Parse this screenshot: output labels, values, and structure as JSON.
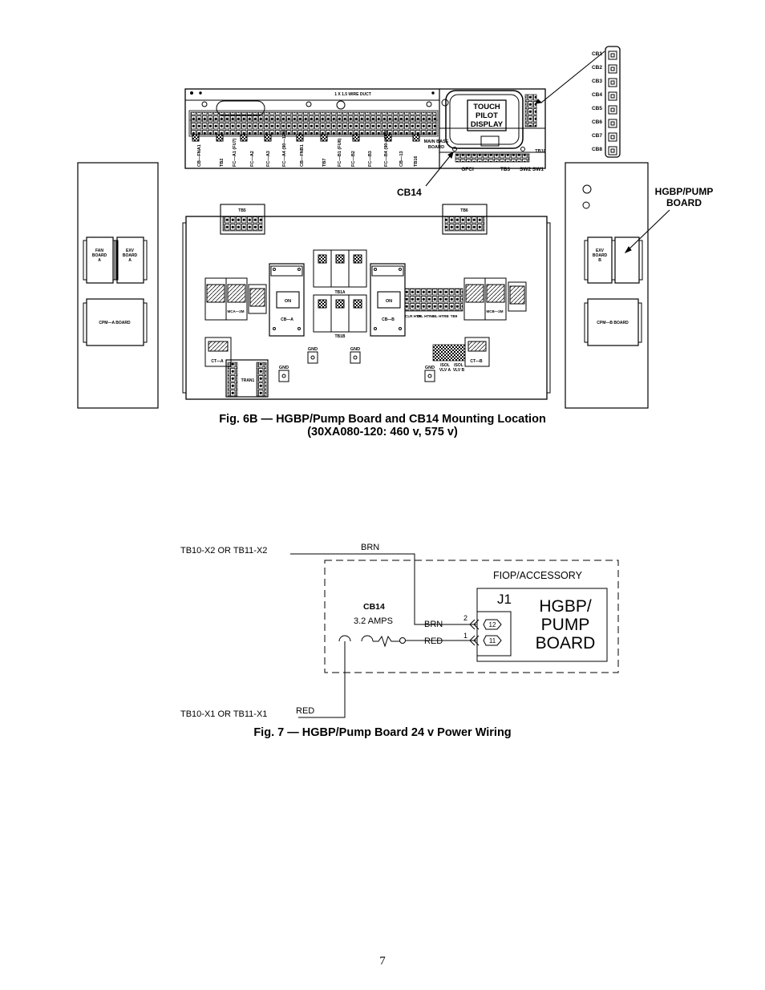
{
  "fig6b": {
    "caption_line1": "Fig. 6B — HGBP/Pump Board and CB14 Mounting Location",
    "caption_line2": "(30XA080-120: 460 v, 575 v)",
    "touch_pilot_display": [
      "TOUCH",
      "PILOT",
      "DISPLAY"
    ],
    "cb14_callout": "CB14",
    "hgbp_callout": [
      "HGBP/PUMP",
      "BOARD"
    ],
    "breakers": [
      "CB1",
      "CB2",
      "CB3",
      "CB4",
      "CB5",
      "CB6",
      "CB7",
      "CB8"
    ],
    "duct_label": "1 X 1.5 WIRE DUCT",
    "main_base_board": [
      "MAIN BASE",
      "BOARD"
    ],
    "bottom_strip_labels": [
      "GFCI",
      "TB3",
      "SW2 SW1",
      "TB10"
    ],
    "top_strip_labels": [
      "CB—FNA1",
      "TB2",
      "FC—A1 (FU7)",
      "FC—A2",
      "FC—A3",
      "FC—A4 (90—120)",
      "CB—FNB1",
      "TB7",
      "FC—B1 (FU8)",
      "FC—B2",
      "FC—B3",
      "FC—B4 (90—120)",
      "CB—13",
      "TB16"
    ],
    "left_panel": {
      "fan_board": [
        "FAN",
        "BOARD",
        "A"
      ],
      "exv_board": [
        "EXV",
        "BOARD",
        "A"
      ],
      "cpm_board": "CPM—A  BOARD"
    },
    "right_panel": {
      "exv_board": [
        "EXV",
        "BOARD",
        "B"
      ],
      "cpm_board": "CPM—B  BOARD"
    },
    "center_panel": {
      "tb5": "TB5",
      "tb6": "TB6",
      "cb_a": "CB—A",
      "cb_b": "CB—B",
      "on_a": "ON",
      "on_b": "ON",
      "tb1a": "TB1A",
      "tb1b": "TB1B",
      "ct_a": "CT—A",
      "ct_b": "CT—B",
      "tran1": "TRAN1",
      "gnd": "GND",
      "mca": "MCA—2M",
      "mcb": "MCB—2M",
      "isol_a": [
        "ISOL",
        "VLV A"
      ],
      "isol_b": [
        "ISOL",
        "VLV B"
      ],
      "htr_labels": [
        "CLR HTR",
        "OIL HTRA",
        "OIL HTRB",
        "TB9"
      ]
    }
  },
  "fig7": {
    "caption": "Fig. 7 — HGBP/Pump Board 24 v Power Wiring",
    "tb_top": "TB10-X2 OR TB11-X2",
    "tb_bottom": "TB10-X1 OR TB11-X1",
    "wire_brn_top": "BRN",
    "wire_red_bottom": "RED",
    "fiop": "FIOP/ACCESSORY",
    "cb14": "CB14",
    "amps": "3.2 AMPS",
    "brn": "BRN",
    "red": "RED",
    "pin2": "2",
    "pin1": "1",
    "pin12": "12",
    "pin11": "11",
    "j1": "J1",
    "board": [
      "HGBP/",
      "PUMP",
      "BOARD"
    ]
  },
  "page_number": "7"
}
